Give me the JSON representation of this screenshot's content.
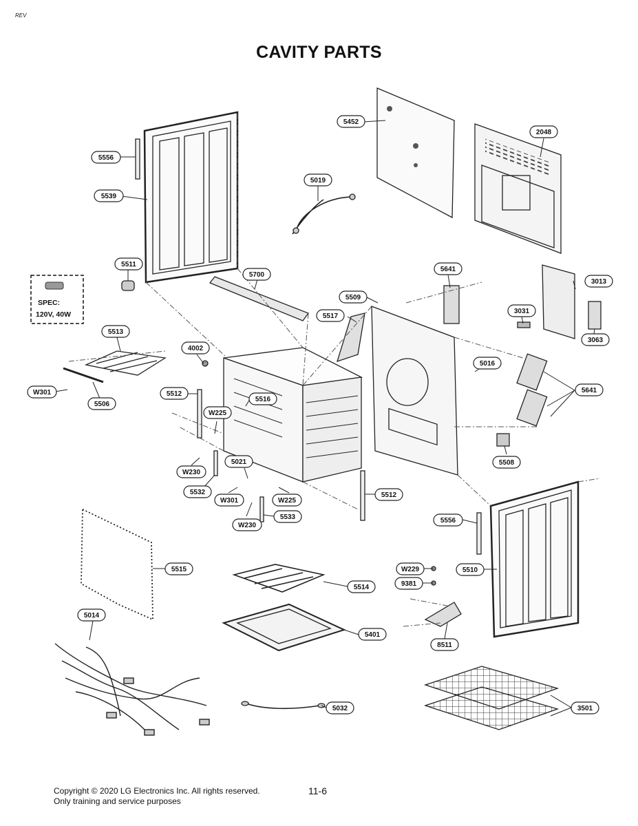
{
  "header": {
    "corner_mark": "REV",
    "title": "CAVITY PARTS"
  },
  "spec_box": {
    "line1": "SPEC:",
    "line2": "120V, 40W"
  },
  "labels": {
    "p5452": "5452",
    "p2048": "2048",
    "p5556a": "5556",
    "p5539": "5539",
    "p5019": "5019",
    "p5511": "5511",
    "p5700": "5700",
    "p5641a": "5641",
    "p3013": "3013",
    "p5509": "5509",
    "p5517": "5517",
    "p3031": "3031",
    "p3063": "3063",
    "p5513": "5513",
    "p4002": "4002",
    "p5016": "5016",
    "pW301a": "W301",
    "p5506": "5506",
    "p5512a": "5512",
    "p5516": "5516",
    "pW225a": "W225",
    "p5641b": "5641",
    "p5021": "5021",
    "pW230a": "W230",
    "p5508": "5508",
    "p5532": "5532",
    "pW301b": "W301",
    "pW225b": "W225",
    "p5512b": "5512",
    "pW230b": "W230",
    "p5533": "5533",
    "p5556b": "5556",
    "p5515": "5515",
    "pW229": "W229",
    "p5510": "5510",
    "p9381": "9381",
    "p5514": "5514",
    "p5014": "5014",
    "p5401": "5401",
    "p8511": "8511",
    "p5032": "5032",
    "p3501": "3501"
  },
  "footer": {
    "copyright": "Copyright © 2020 LG Electronics Inc. All rights reserved.",
    "usage": "Only training and service purposes",
    "page": "11-6"
  }
}
